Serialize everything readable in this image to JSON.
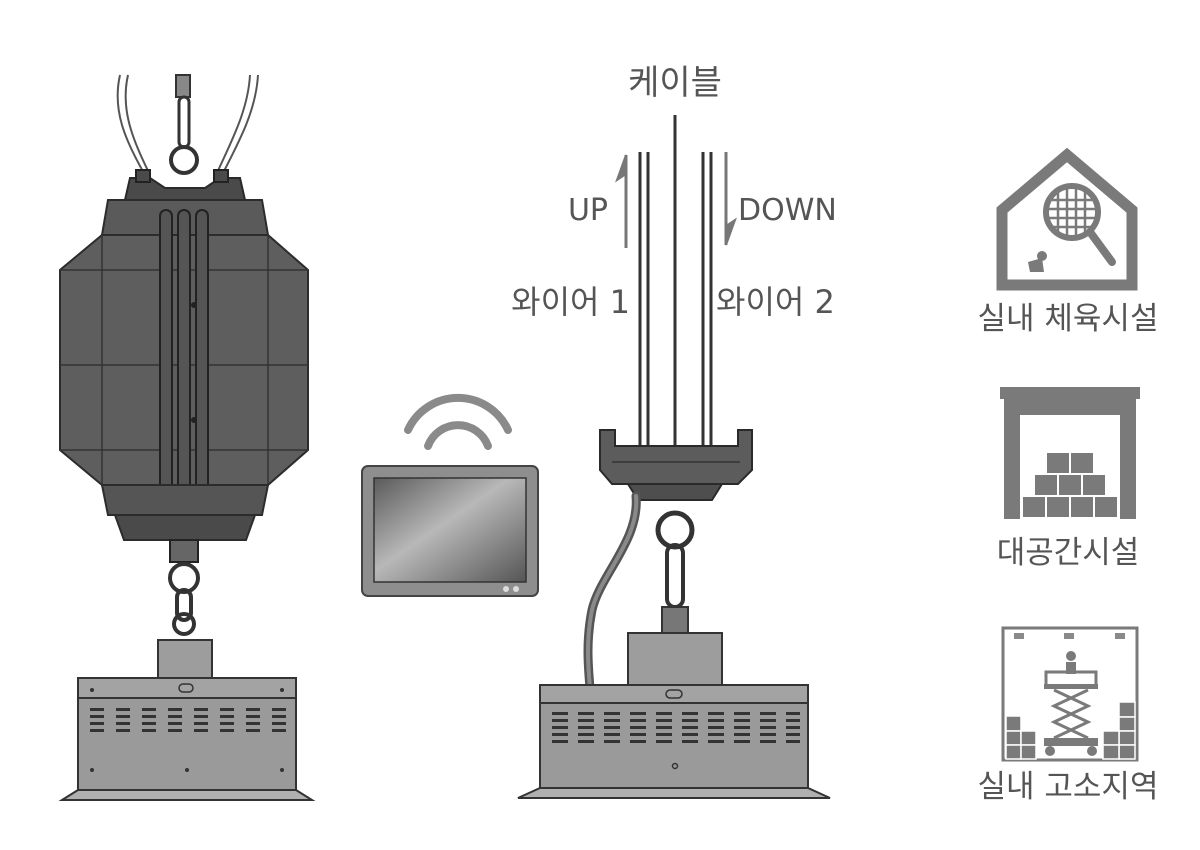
{
  "diagram": {
    "cable_label": "케이블",
    "up_label": "UP",
    "down_label": "DOWN",
    "wire1_label": "와이어 1",
    "wire2_label": "와이어 2"
  },
  "applications": [
    {
      "label": "실내 체육시설",
      "icon": "indoor-sports-facility-icon"
    },
    {
      "label": "대공간시설",
      "icon": "large-space-facility-icon"
    },
    {
      "label": "실내 고소지역",
      "icon": "indoor-high-place-icon"
    }
  ],
  "colors": {
    "text": "#555555",
    "dark_body": "#5a5a5a",
    "line": "#3a3a3a",
    "box": "#9d9d9d",
    "icon": "#7a7a7a"
  }
}
